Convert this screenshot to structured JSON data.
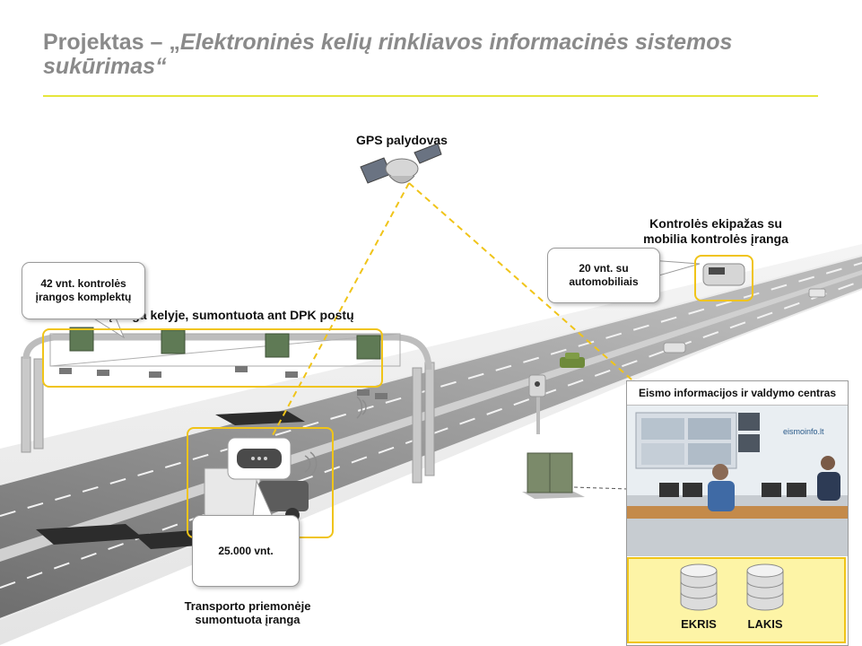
{
  "title": {
    "prefix": "Projektas – „",
    "italic": "Elektroninės kelių rinkliavos informacinės sistemos sukūrimas",
    "suffix": "“"
  },
  "labels": {
    "gps": "GPS palydovas",
    "control_crew": "Kontrolės ekipažas su mobilia kontrolės įranga",
    "stationary_equipment": "Stacionari įranga kelyje, sumontuota ant DPK postų",
    "vehicle_equipment": "Transporto priemonėje sumontuota įranga",
    "control_center": "Eismo informacijos ir valdymo centras"
  },
  "callouts": {
    "gantry_units": "42 vnt. kontrolės įrangos komplektų",
    "cars": "20 vnt. su automobiliais",
    "obu": "25.000 vnt."
  },
  "databases": [
    "EKRIS",
    "LAKIS"
  ],
  "screen_logo": "eismoinfo.lt",
  "colors": {
    "accent_yellow": "#f0c419",
    "title_gray": "#8a8a8a",
    "rule_yellow": "#e6e63c"
  }
}
